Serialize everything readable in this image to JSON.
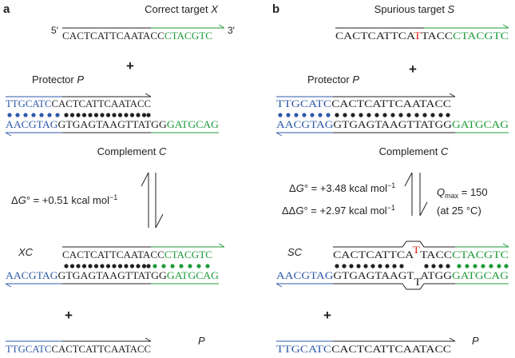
{
  "colors": {
    "black": "#231f20",
    "green": "#1f9a3a",
    "blue": "#2e5aa8",
    "red": "#e02a1e"
  },
  "panel_a": {
    "letter": "a",
    "title_main": "Correct target ",
    "title_var": "X",
    "end5": "5′",
    "end3": "3′",
    "target_black": "CACTCATTCAATACC",
    "target_green": "CTACGTC",
    "plus1": "+",
    "protector_label": "Protector ",
    "protector_var": "P",
    "prot_blue": "TTGCATC",
    "prot_black": "CACTCATTCAATACC",
    "comp_blue": "AACGTAG",
    "comp_black": "GTGAGTAAGTTATGG",
    "comp_green": "GATGCAG",
    "complement_label": "Complement ",
    "complement_var": "C",
    "dg_prefix": "Δ",
    "dg_var": "G",
    "dg_value": "° = +0.51 kcal mol",
    "dg_exp": "−1",
    "product_label": "XC",
    "prod_top_black": "CACTCATTCAATACC",
    "prod_top_green": "CTACGTC",
    "prod_bot_blue": "AACGTAG",
    "prod_bot_black": "GTGAGTAAGTTATGG",
    "prod_bot_green": "GATGCAG",
    "plus2": "+",
    "rel_blue": "TTGCATC",
    "rel_black": "CACTCATTCAATACC",
    "rel_label": "P"
  },
  "panel_b": {
    "letter": "b",
    "title_main": "Spurious target ",
    "title_var": "S",
    "target_black1": "CACTCATTCA",
    "target_red": "T",
    "target_black2": "TACC",
    "target_green": "CTACGTC",
    "plus1": "+",
    "protector_label": "Protector ",
    "protector_var": "P",
    "prot_blue": "TTGCATC",
    "prot_black": "CACTCATTCAATACC",
    "comp_blue": "AACGTAG",
    "comp_black": "GTGAGTAAGTTATGG",
    "comp_green": "GATGCAG",
    "complement_label": "Complement ",
    "complement_var": "C",
    "dg_prefix": "Δ",
    "dg_var": "G",
    "dg_value": "° = +3.48 kcal mol",
    "dg_exp": "−1",
    "ddg_prefix": "ΔΔ",
    "ddg_var": "G",
    "ddg_value": "° = +2.97 kcal mol",
    "ddg_exp": "−1",
    "q_var": "Q",
    "q_sub": "max",
    "q_value": " = 150",
    "q_cond": "(at 25 °C)",
    "product_label": "SC",
    "prod_top_black1": "CACTCATTCA",
    "prod_top_red": "T",
    "prod_top_black2": "TACC",
    "prod_top_green": "CTACGTC",
    "prod_bot_blue": "AACGTAG",
    "prod_bot_black1": "GTGAGTAAGT",
    "prod_bot_bulge": "T",
    "prod_bot_black2": "ATGG",
    "prod_bot_green": "GATGCAG",
    "plus2": "+",
    "rel_blue": "TTGCATC",
    "rel_black": "CACTCATTCAATACC",
    "rel_label": "P"
  }
}
